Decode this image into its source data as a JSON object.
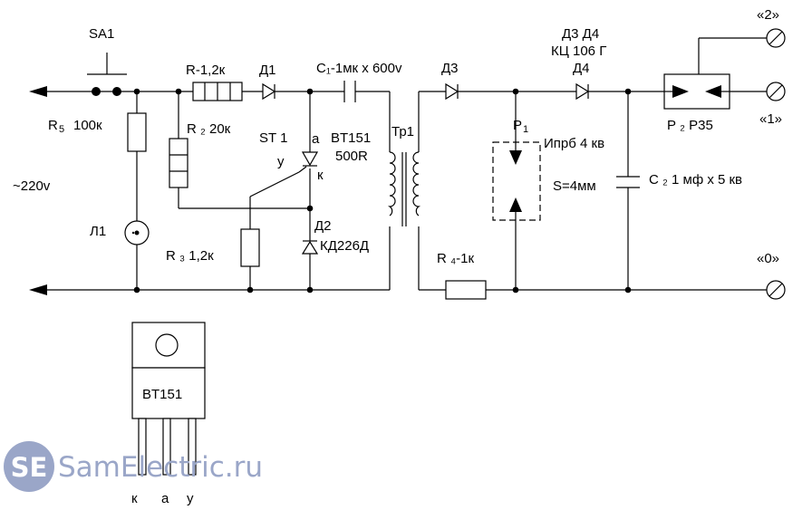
{
  "labels": {
    "sa1": "SA1",
    "r1": "R-1,2к",
    "d1": "Д1",
    "c1": "С₁-1мк х 600v",
    "d3": "Д3",
    "d3d4": "Д3 Д4",
    "kc": "КЦ 106 Г",
    "d4": "Д4",
    "out2": "«2»",
    "r5_name": "R",
    "r5_sub": "5",
    "r5_val": "100к",
    "r2": "R ₂ 20к",
    "st1": "ST 1",
    "a": "а",
    "y": "у",
    "k": "к",
    "bt151": "BT151",
    "r500": "500R",
    "tr1": "Тр1",
    "p1_name": "Р",
    "p1_sub": "1",
    "ipr": "Ипрб 4 кв",
    "s4": "S=4мм",
    "p2": "Р ₂ Р35",
    "out1": "«1»",
    "v220": "~220v",
    "c2": "С ₂ 1 мф х 5 кв",
    "l1": "Л1",
    "d2": "Д2",
    "kd226": "КД226Д",
    "r3": "R ₃ 1,2к",
    "r4": "R ₄-1к",
    "out0": "«0»",
    "pkg_name": "BT151",
    "pin_k": "к",
    "pin_a": "а",
    "pin_y": "у",
    "watermark_logo": "SE",
    "watermark_text": "SamElectric.ru"
  }
}
